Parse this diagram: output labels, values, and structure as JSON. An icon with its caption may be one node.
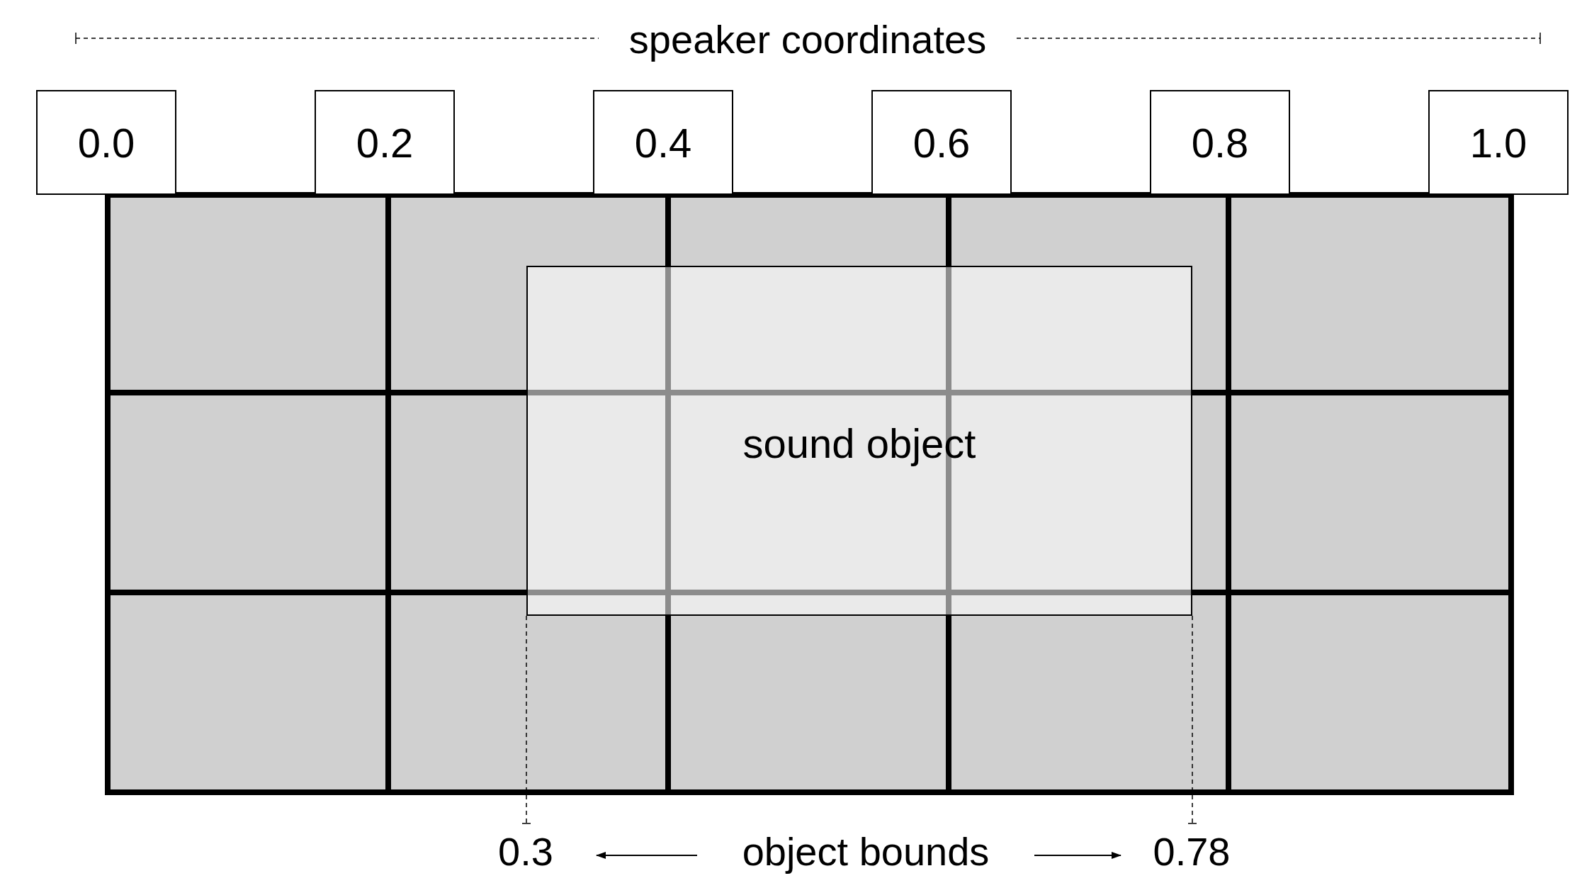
{
  "diagram": {
    "title": "speaker coordinates",
    "nodes": [
      {
        "text": [
          "0.0"
        ]
      },
      {
        "text": [
          "0.2"
        ]
      },
      {
        "text": [
          "0.4"
        ]
      },
      {
        "text": [
          "0.6"
        ]
      },
      {
        "text": [
          "0.8"
        ]
      },
      {
        "text": [
          "1.0"
        ]
      },
      {
        "text": [
          "sound object"
        ]
      },
      {
        "text": [
          "0.3"
        ]
      },
      {
        "text": [
          "object bounds"
        ]
      },
      {
        "text": [
          "0.78"
        ]
      }
    ],
    "edges": [
      {
        "from": 8,
        "to": 7,
        "arrow": "to"
      },
      {
        "from": 8,
        "to": 9,
        "arrow": "to"
      }
    ]
  }
}
